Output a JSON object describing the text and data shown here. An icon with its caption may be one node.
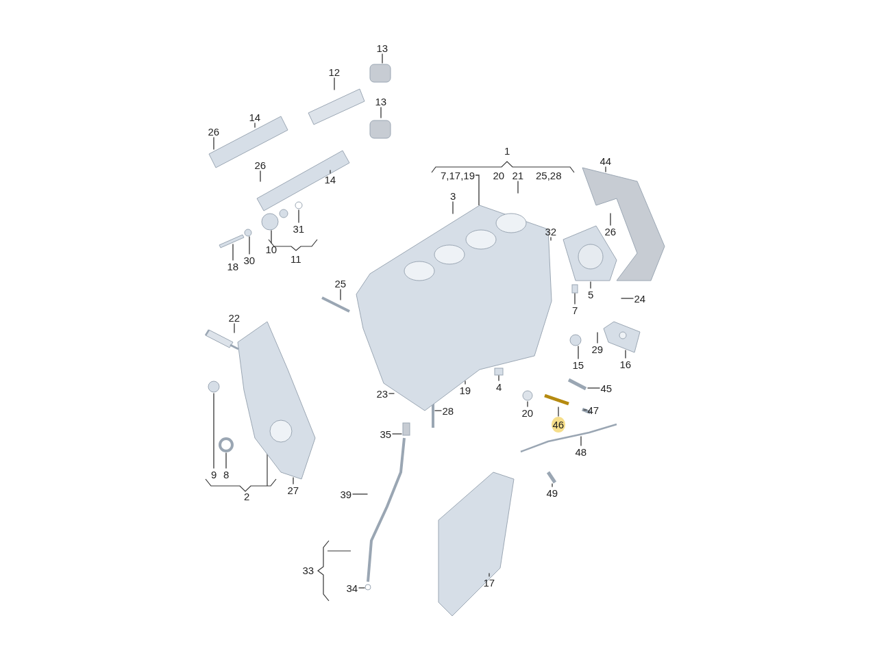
{
  "diagram": {
    "nodes": [
      {
        "text": [
          "13"
        ]
      },
      {
        "text": [
          "12"
        ]
      },
      {
        "text": [
          "13"
        ]
      },
      {
        "text": [
          "14"
        ]
      },
      {
        "text": [
          "26"
        ]
      },
      {
        "text": [
          "7,17,19"
        ]
      },
      {
        "text": [
          "21"
        ]
      },
      {
        "text": [
          "26"
        ]
      },
      {
        "text": [
          "14"
        ]
      },
      {
        "text": [
          "44"
        ]
      },
      {
        "text": [
          "3"
        ]
      },
      {
        "text": [
          "26"
        ]
      },
      {
        "text": [
          "32"
        ]
      },
      {
        "text": [
          "31"
        ]
      },
      {
        "text": [
          "10"
        ]
      },
      {
        "text": [
          "18"
        ]
      },
      {
        "text": [
          "30"
        ]
      },
      {
        "text": [
          "25"
        ]
      },
      {
        "text": [
          "5"
        ]
      },
      {
        "text": [
          "24"
        ]
      },
      {
        "text": [
          "7"
        ]
      },
      {
        "text": [
          "22"
        ]
      },
      {
        "text": [
          "15"
        ]
      },
      {
        "text": [
          "29"
        ]
      },
      {
        "text": [
          "16"
        ]
      },
      {
        "text": [
          "45"
        ]
      },
      {
        "text": [
          "19"
        ]
      },
      {
        "text": [
          "4"
        ]
      },
      {
        "text": [
          "23"
        ]
      },
      {
        "text": [
          "28"
        ]
      },
      {
        "text": [
          "20"
        ]
      },
      {
        "text": [
          "47"
        ]
      },
      {
        "text": [
          "46"
        ]
      },
      {
        "text": [
          "35"
        ]
      },
      {
        "text": [
          "48"
        ]
      },
      {
        "text": [
          "9"
        ]
      },
      {
        "text": [
          "8"
        ]
      },
      {
        "text": [
          "27"
        ]
      },
      {
        "text": [
          "49"
        ]
      },
      {
        "text": [
          "39"
        ]
      },
      {
        "text": [
          "17"
        ]
      },
      {
        "text": [
          "34"
        ]
      },
      {
        "text": [],
        "shape": "picture"
      },
      {
        "text": [],
        "shape": "picture"
      },
      {
        "text": [],
        "shape": "picture"
      },
      {
        "text": [],
        "shape": "picture"
      },
      {
        "text": [],
        "shape": "circle"
      },
      {
        "text": [],
        "shape": "picture"
      },
      {
        "text": [],
        "shape": "circle"
      },
      {
        "text": [],
        "shape": "box"
      },
      {
        "text": [],
        "shape": "circle"
      },
      {
        "text": [],
        "shape": "box"
      },
      {
        "text": [],
        "shape": "picture"
      },
      {
        "text": [],
        "shape": "picture"
      }
    ],
    "edges": [
      {
        "from": 0,
        "to": null,
        "arrow": "none"
      },
      {
        "from": 1,
        "to": null,
        "arrow": "none"
      },
      {
        "from": 2,
        "to": null,
        "arrow": "none"
      },
      {
        "from": 3,
        "to": null,
        "arrow": "none"
      },
      {
        "from": 4,
        "to": null,
        "arrow": "none"
      },
      {
        "from": 5,
        "to": 42,
        "arrow": "none"
      },
      {
        "from": 6,
        "to": null,
        "arrow": "none"
      },
      {
        "from": 7,
        "to": null,
        "arrow": "none"
      },
      {
        "from": 8,
        "to": null,
        "arrow": "none"
      },
      {
        "from": 9,
        "to": 43,
        "arrow": "none"
      },
      {
        "from": 10,
        "to": null,
        "arrow": "none"
      },
      {
        "from": 11,
        "to": null,
        "arrow": "none"
      },
      {
        "from": 12,
        "to": null,
        "arrow": "none"
      },
      {
        "from": 13,
        "to": null,
        "arrow": "none"
      },
      {
        "from": 14,
        "to": 46,
        "arrow": "none"
      },
      {
        "from": 15,
        "to": 47,
        "arrow": "none"
      },
      {
        "from": 16,
        "to": 48,
        "arrow": "none"
      },
      {
        "from": 17,
        "to": null,
        "arrow": "none"
      },
      {
        "from": 18,
        "to": null,
        "arrow": "none"
      },
      {
        "from": 19,
        "to": null,
        "arrow": "none"
      },
      {
        "from": 20,
        "to": 49,
        "arrow": "none"
      },
      {
        "from": 21,
        "to": 52,
        "arrow": "none"
      },
      {
        "from": 22,
        "to": 50,
        "arrow": "none"
      },
      {
        "from": 23,
        "to": null,
        "arrow": "none"
      },
      {
        "from": 24,
        "to": 53,
        "arrow": "none"
      },
      {
        "from": 25,
        "to": null,
        "arrow": "none"
      },
      {
        "from": 26,
        "to": null,
        "arrow": "none"
      },
      {
        "from": 27,
        "to": 51,
        "arrow": "none"
      },
      {
        "from": 28,
        "to": null,
        "arrow": "none"
      },
      {
        "from": 29,
        "to": null,
        "arrow": "none"
      },
      {
        "from": 30,
        "to": null,
        "arrow": "none"
      },
      {
        "from": 31,
        "to": null,
        "arrow": "none"
      },
      {
        "from": 32,
        "to": null,
        "arrow": "none"
      },
      {
        "from": 33,
        "to": null,
        "arrow": "none"
      },
      {
        "from": 34,
        "to": null,
        "arrow": "none"
      },
      {
        "from": 35,
        "to": null,
        "arrow": "none"
      },
      {
        "from": 36,
        "to": null,
        "arrow": "none"
      },
      {
        "from": 37,
        "to": null,
        "arrow": "none"
      },
      {
        "from": 38,
        "to": null,
        "arrow": "none"
      },
      {
        "from": 39,
        "to": null,
        "arrow": "none"
      },
      {
        "from": 40,
        "to": 45,
        "arrow": "none"
      },
      {
        "from": 41,
        "to": null,
        "arrow": "none"
      }
    ],
    "labels": [
      "1",
      "20",
      "25,28",
      "11",
      "2",
      "33"
    ]
  }
}
